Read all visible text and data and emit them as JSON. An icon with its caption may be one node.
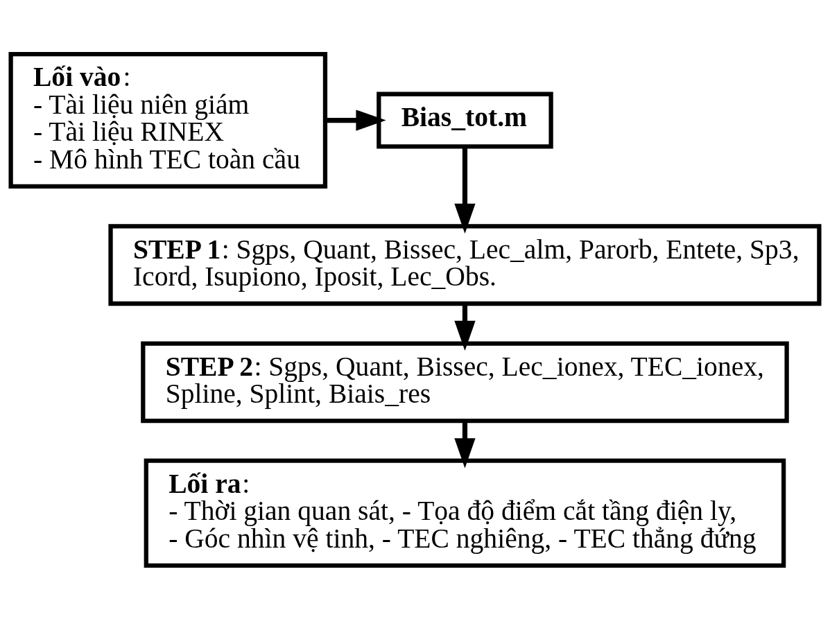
{
  "diagram": {
    "nodes": [
      {
        "text": [
          "**Lối vào**:",
          "- Tài liệu niên giám",
          "- Tài liệu RINEX",
          "- Mô hình TEC toàn cầu"
        ]
      },
      {
        "text": [
          "Bias_tot.m"
        ]
      },
      {
        "text": [
          "**STEP 1**: Sgps, Quant, Bissec, Lec_alm, Parorb, Entete, Sp3, Icord, Isupiono, Iposit, Lec_Obs."
        ]
      },
      {
        "text": [
          "**STEP 2**: Sgps, Quant, Bissec, Lec_ionex, TEC_ionex, Spline, Splint, Biais_res"
        ]
      },
      {
        "text": [
          "**Lối ra**:",
          "- Thời gian quan sát, - Tọa độ điểm cắt tầng điện ly,",
          "- Góc nhìn vệ tinh, - TEC nghiêng, - TEC thẳng đứng"
        ]
      }
    ],
    "edges": [
      {
        "from": 0,
        "to": 1,
        "arrow": "to"
      },
      {
        "from": 1,
        "to": 2,
        "arrow": "to"
      },
      {
        "from": 2,
        "to": 3,
        "arrow": "to"
      },
      {
        "from": 3,
        "to": 4,
        "arrow": "to"
      }
    ]
  }
}
